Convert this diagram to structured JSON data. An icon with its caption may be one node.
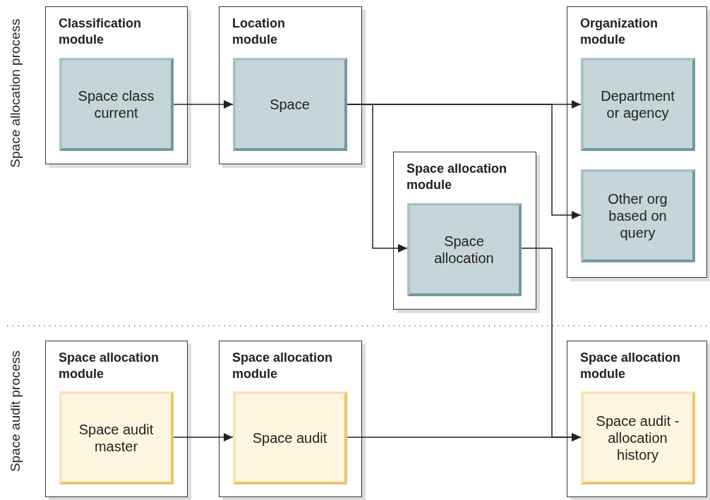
{
  "diagram": {
    "nodes": [
      {
        "text": [
          "Classification module"
        ]
      },
      {
        "text": [
          "Space class current"
        ],
        "in": 0
      },
      {
        "text": [
          "Location module"
        ]
      },
      {
        "text": [
          "Space"
        ],
        "in": 2
      },
      {
        "text": [
          "Organization module"
        ]
      },
      {
        "text": [
          "Department or agency"
        ],
        "in": 4
      },
      {
        "text": [
          "Other org based on query"
        ],
        "in": 4
      },
      {
        "text": [
          "Space allocation module"
        ]
      },
      {
        "text": [
          "Space allocation"
        ],
        "in": 7
      },
      {
        "text": [
          "Space allocation module"
        ]
      },
      {
        "text": [
          "Space audit master"
        ],
        "in": 9
      },
      {
        "text": [
          "Space allocation module"
        ]
      },
      {
        "text": [
          "Space audit"
        ],
        "in": 11
      },
      {
        "text": [
          "Space allocation module"
        ]
      },
      {
        "text": [
          "Space audit - allocation history"
        ],
        "in": 13
      }
    ],
    "edges": [
      {
        "from": 1,
        "to": 3,
        "arrow": "to"
      },
      {
        "from": 3,
        "to": 5,
        "arrow": "to"
      },
      {
        "from": 3,
        "to": 6,
        "arrow": "to"
      },
      {
        "from": 3,
        "to": 8,
        "arrow": "to"
      },
      {
        "from": 8,
        "to": 14,
        "arrow": "to"
      },
      {
        "from": 10,
        "to": 12,
        "arrow": "to"
      },
      {
        "from": 12,
        "to": 14,
        "arrow": "to"
      }
    ],
    "labels": [
      "Space allocation process",
      "Space audit process"
    ]
  }
}
